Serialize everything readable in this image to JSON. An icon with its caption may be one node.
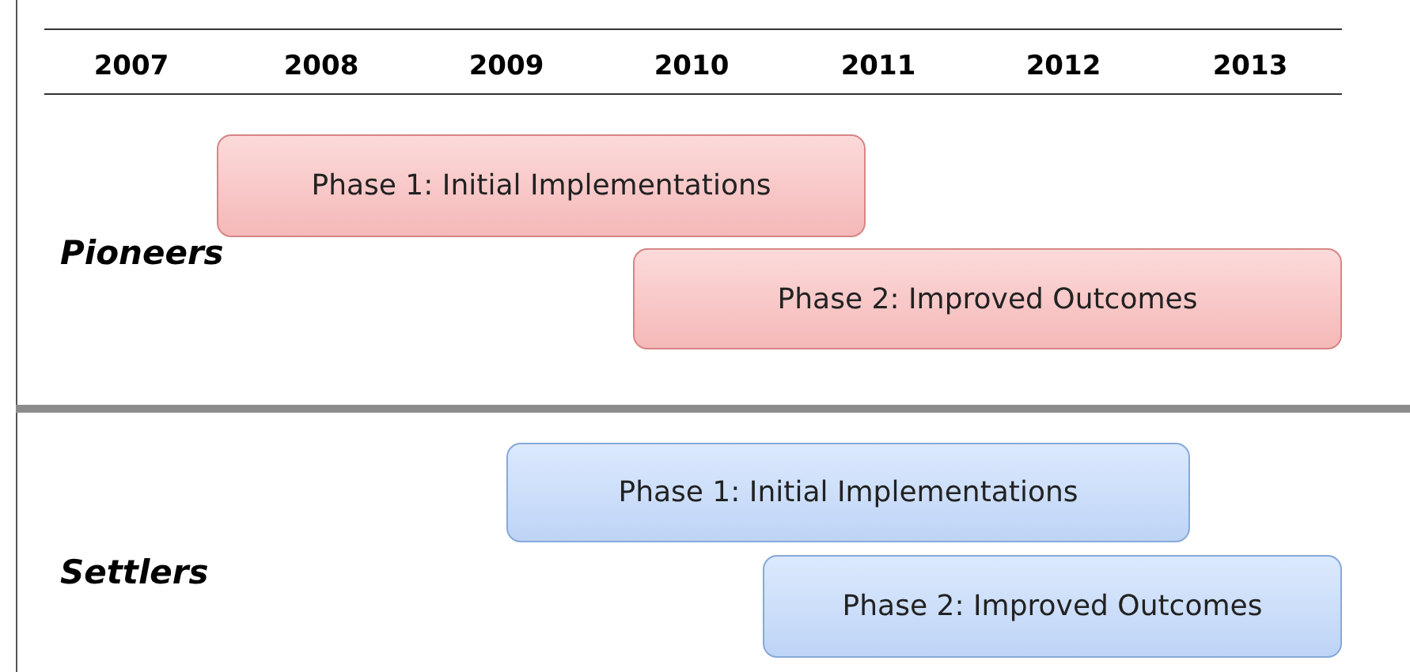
{
  "diagram": {
    "nodes": [
      {
        "text": [
          "Phase 1: Initial Implementations"
        ]
      },
      {
        "text": [
          "Phase 2: Improved Outcomes"
        ]
      },
      {
        "text": [
          "Phase 1: Initial Implementations"
        ]
      },
      {
        "text": [
          "Phase 2: Improved Outcomes"
        ]
      }
    ],
    "labels": [
      "2007",
      "2008",
      "2009",
      "2010",
      "2011",
      "2012",
      "2013",
      "Pioneers",
      "Settlers"
    ]
  }
}
